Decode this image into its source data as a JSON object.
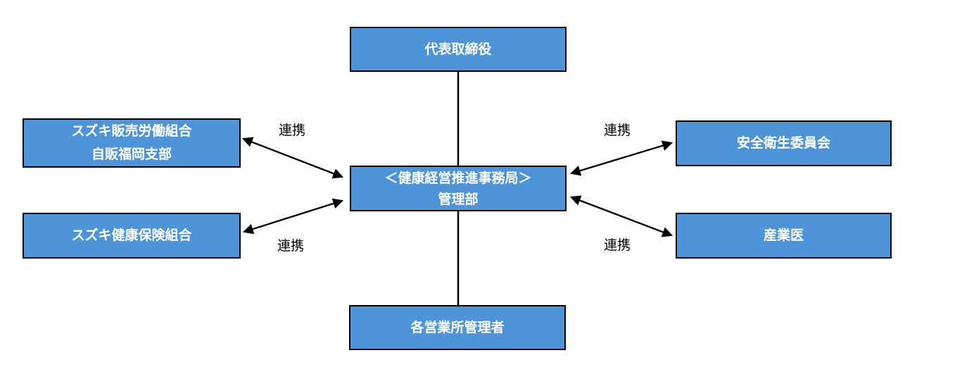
{
  "diagram": {
    "colors": {
      "box_fill": "#4E94D8",
      "box_border": "#000000",
      "box_text": "#FFFFFF",
      "connector": "#000000",
      "label_text": "#000000",
      "background": "#FFFFFF"
    },
    "nodes": {
      "ceo": {
        "lines": [
          "代表取締役"
        ]
      },
      "office": {
        "lines": [
          "＜健康経営推進事務局＞",
          "管理部"
        ]
      },
      "sales_union": {
        "lines": [
          "スズキ販売労働組合",
          "自販福岡支部"
        ]
      },
      "health_insurance": {
        "lines": [
          "スズキ健康保険組合"
        ]
      },
      "safety_committee": {
        "lines": [
          "安全衛生委員会"
        ]
      },
      "occupational_physician": {
        "lines": [
          "産業医"
        ]
      },
      "office_managers": {
        "lines": [
          "各営業所管理者"
        ]
      }
    },
    "labels": {
      "renkei_upper_left": "連携",
      "renkei_upper_right": "連携",
      "renkei_lower_left": "連携",
      "renkei_lower_right": "連携"
    }
  }
}
